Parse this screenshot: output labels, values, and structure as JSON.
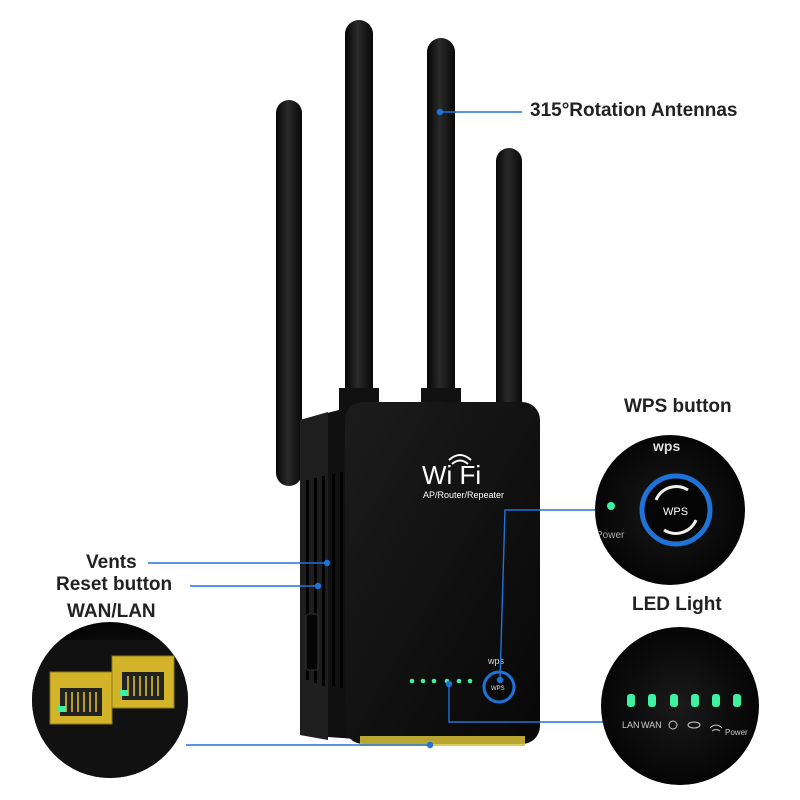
{
  "callouts": {
    "antennas": "315°Rotation Antennas",
    "wps_button": "WPS button",
    "led_light": "LED Light",
    "vents": "Vents",
    "reset_button": "Reset button",
    "wan_lan": "WAN/LAN"
  },
  "device": {
    "logo_text": "Wi Fi",
    "model_line": "AP/Router/Repeater",
    "wps_label": "wps",
    "wps_button_text": "WPS"
  },
  "zoom_wps": {
    "label": "wps",
    "button_text": "WPS",
    "power_text": "Power"
  },
  "led_panel": {
    "indicators": [
      "LAN",
      "WAN",
      "◎",
      "🪐",
      "📶",
      "Power"
    ],
    "lan": "LAN",
    "wan": "WAN",
    "power": "Power"
  },
  "colors": {
    "accent_blue": "#1e73d8",
    "led_green": "#3df2a0",
    "port_yellow": "#e6c72a"
  }
}
